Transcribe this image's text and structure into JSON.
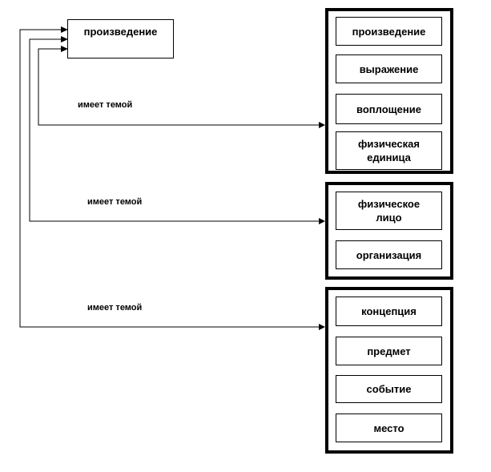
{
  "source_node": {
    "label": "произведение"
  },
  "relations": [
    {
      "label": "имеет темой"
    },
    {
      "label": "имеет темой"
    },
    {
      "label": "имеет темой"
    }
  ],
  "groups": [
    {
      "items": [
        "произведение",
        "выражение",
        "воплощение",
        "физическая\nединица"
      ]
    },
    {
      "items": [
        "физическое\nлицо",
        "организация"
      ]
    },
    {
      "items": [
        "концепция",
        "предмет",
        "событие",
        "место"
      ]
    }
  ]
}
